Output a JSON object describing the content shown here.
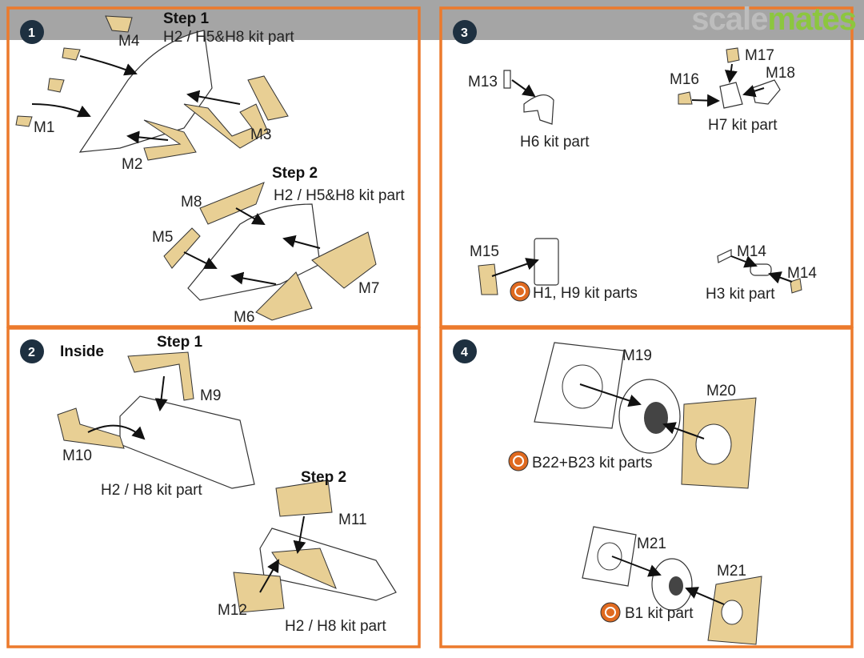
{
  "watermark": {
    "part1": "scale",
    "part2": "mates",
    "color1": "#bdbdbd",
    "color2": "#8cc63f"
  },
  "colors": {
    "panel_border": "#ec7a2c",
    "badge": "#1e3040",
    "mask": "#e8cf94"
  },
  "panel1": {
    "number": "1",
    "step1": "Step 1",
    "step1_part": "H2 / H5&H8 kit part",
    "step2": "Step 2",
    "step2_part": "H2 / H5&H8 kit part",
    "labels": [
      "M4",
      "M1",
      "M2",
      "M3",
      "M8",
      "M5",
      "M6",
      "M7"
    ]
  },
  "panel2": {
    "number": "2",
    "title": "Inside",
    "step1": "Step 1",
    "step1_part": "H2 / H8 kit part",
    "step2": "Step 2",
    "step2_part": "H2 / H8 kit part",
    "labels": [
      "M9",
      "M10",
      "M11",
      "M12"
    ]
  },
  "panel3": {
    "number": "3",
    "labels": [
      "M13",
      "M16",
      "M17",
      "M18",
      "M15",
      "M14",
      "M14"
    ],
    "parts": [
      "H6 kit part",
      "H7 kit part",
      "H1, H9 kit parts",
      "H3 kit part"
    ]
  },
  "panel4": {
    "number": "4",
    "labels": [
      "M19",
      "M20",
      "M21",
      "M21"
    ],
    "parts": [
      "B22+B23 kit parts",
      "B1 kit part"
    ]
  }
}
